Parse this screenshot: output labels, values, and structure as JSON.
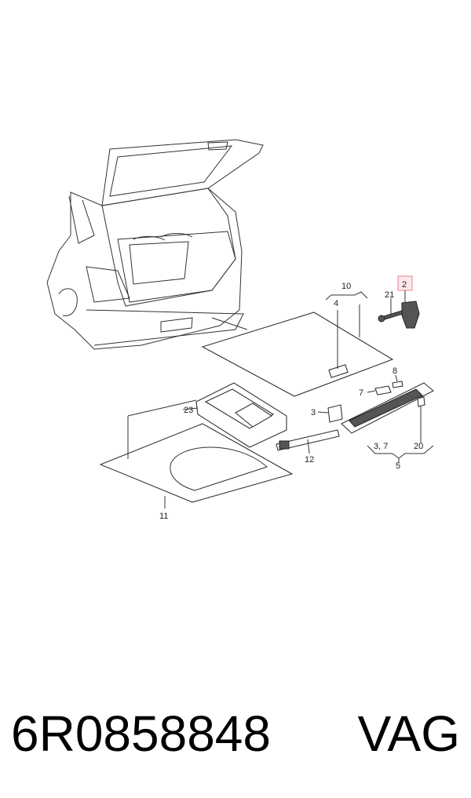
{
  "diagram": {
    "callouts": [
      {
        "id": "c2",
        "text": "2",
        "highlight": true
      },
      {
        "id": "c3",
        "text": "3"
      },
      {
        "id": "c4",
        "text": "4"
      },
      {
        "id": "c5",
        "text": "5"
      },
      {
        "id": "c37",
        "text": "3, 7"
      },
      {
        "id": "c7",
        "text": "7"
      },
      {
        "id": "c8",
        "text": "8"
      },
      {
        "id": "c10",
        "text": "10"
      },
      {
        "id": "c11",
        "text": "11"
      },
      {
        "id": "c12",
        "text": "12"
      },
      {
        "id": "c20",
        "text": "20"
      },
      {
        "id": "c21",
        "text": "21"
      },
      {
        "id": "c23",
        "text": "23"
      }
    ],
    "highlight_color": "#e7838f"
  },
  "footer": {
    "part_number": "6R0858848",
    "brand": "VAG"
  }
}
